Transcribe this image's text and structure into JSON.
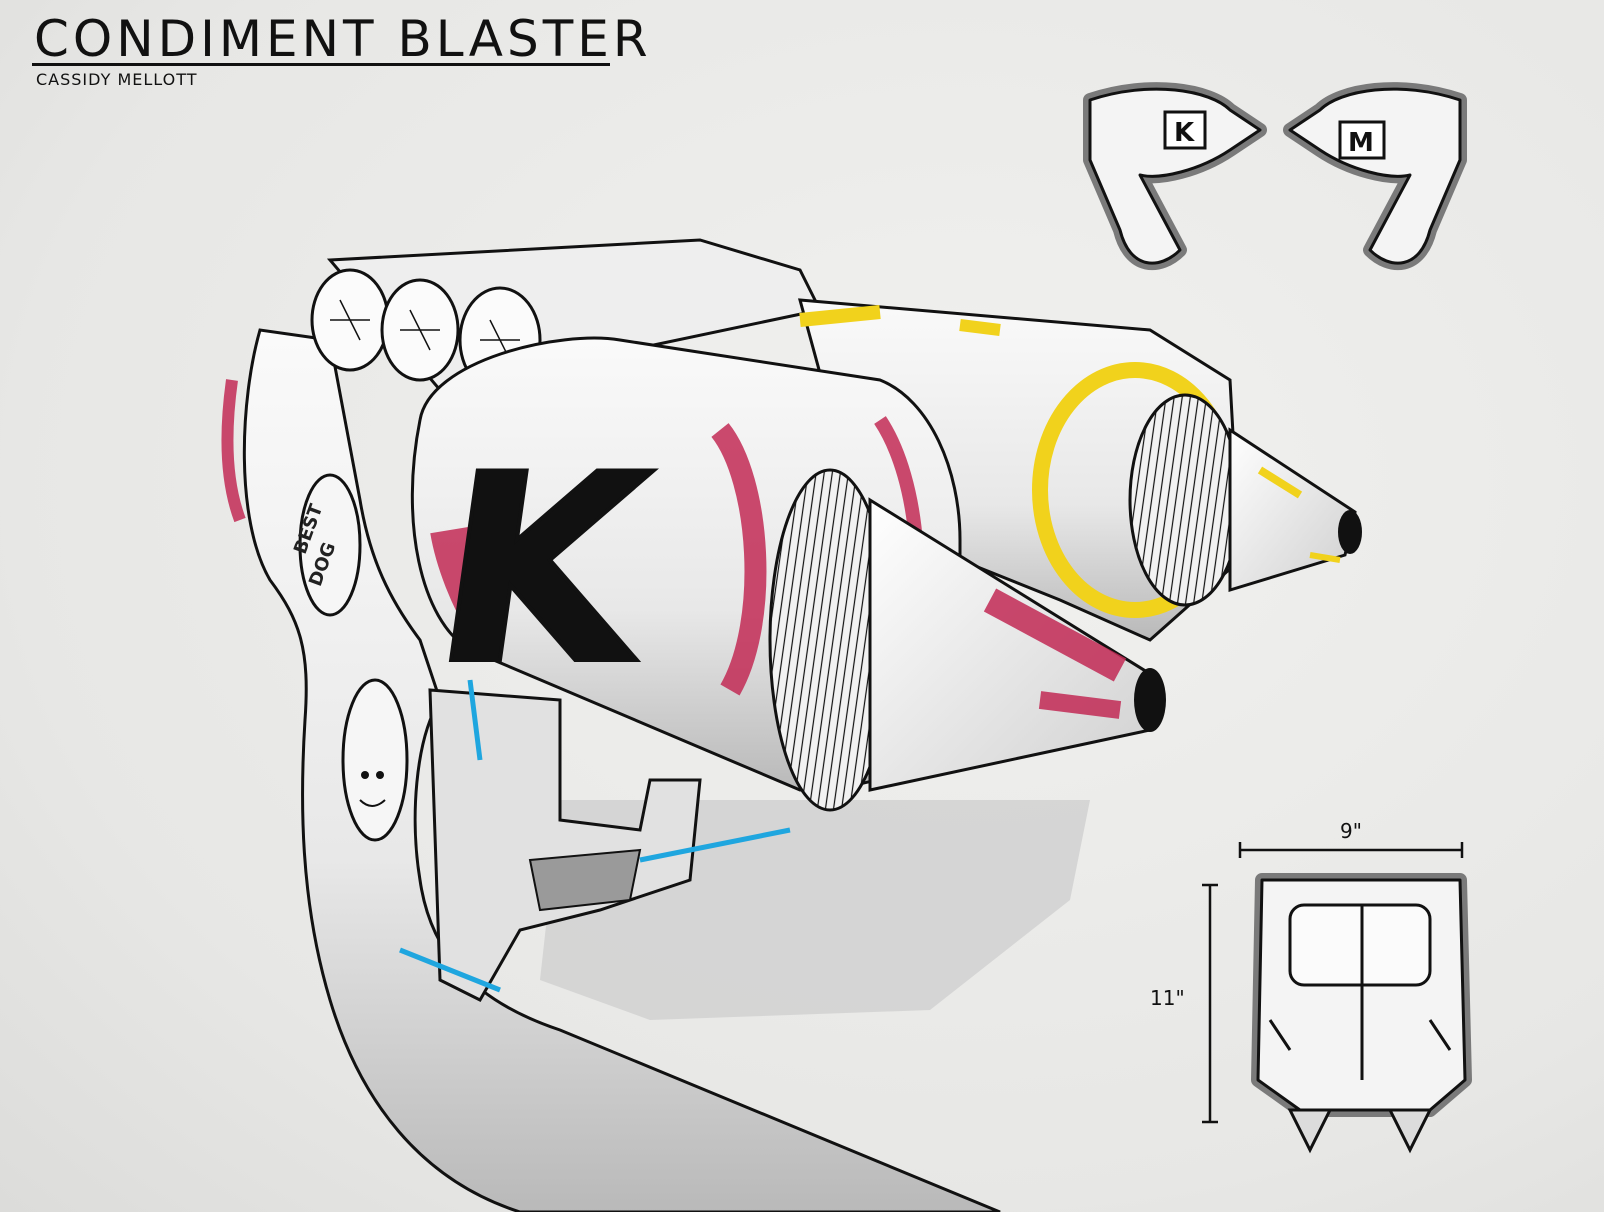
{
  "title": "CONDIMENT BLASTER",
  "author": "CASSIDY MELLOTT",
  "icons": {
    "ketchup_view_letter": "K",
    "mustard_view_letter": "M"
  },
  "blaster": {
    "barrel_letter": "K",
    "badge_top": [
      "BEST",
      "DOG"
    ]
  },
  "dimensions": {
    "width_label": "9\"",
    "height_label": "11\""
  },
  "colors": {
    "ketchup": "#c22a55",
    "mustard": "#f1d21c",
    "accent_blue": "#1fa6df",
    "ink": "#111111",
    "marker_gray": "#8a8a8a"
  }
}
